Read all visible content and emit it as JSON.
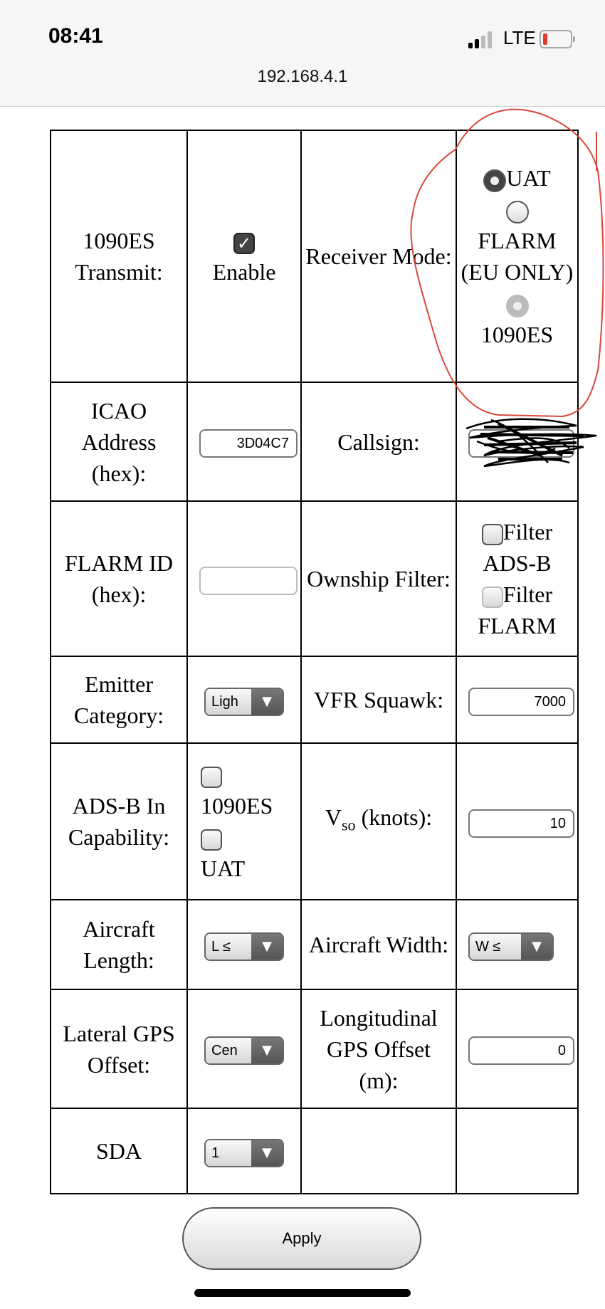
{
  "status_bar": {
    "time": "08:41",
    "network": "LTE",
    "battery_color": "#e53b2c"
  },
  "browser": {
    "address": "192.168.4.1"
  },
  "form": {
    "transmit": {
      "label": "1090ES Transmit:",
      "checkbox_label": "Enable",
      "checked": true
    },
    "receiver_mode": {
      "label": "Receiver Mode:",
      "options": [
        {
          "label": "UAT",
          "selected": true
        },
        {
          "label": "FLARM (EU ONLY)",
          "selected": false
        },
        {
          "label": "1090ES",
          "selected": false,
          "disabled": true
        }
      ]
    },
    "icao": {
      "label": "ICAO Address (hex):",
      "value": "3D04C7"
    },
    "callsign": {
      "label": "Callsign:",
      "value": ""
    },
    "flarm_id": {
      "label": "FLARM ID (hex):",
      "value": ""
    },
    "ownship_filter": {
      "label": "Ownship Filter:",
      "options": [
        {
          "label": "Filter ADS-B",
          "checked": false
        },
        {
          "label": "Filter FLARM",
          "checked": false
        }
      ]
    },
    "emitter": {
      "label": "Emitter Category:",
      "value": "Ligh"
    },
    "squawk": {
      "label": "VFR Squawk:",
      "value": "7000"
    },
    "adsb_in": {
      "label": "ADS-B In Capability:",
      "options": [
        {
          "label": "1090ES",
          "checked": false
        },
        {
          "label": "UAT",
          "checked": false
        }
      ]
    },
    "vso": {
      "label_main": "V",
      "label_sub": "so",
      "label_rest": " (knots):",
      "value": "10"
    },
    "length": {
      "label": "Aircraft Length:",
      "value": "L ≤"
    },
    "width": {
      "label": "Aircraft Width:",
      "value": "W ≤"
    },
    "lateral": {
      "label": "Lateral GPS Offset:",
      "value": "Cen"
    },
    "longitudinal": {
      "label": "Longitudinal GPS Offset (m):",
      "value": "0"
    },
    "sda": {
      "label": "SDA",
      "value": "1"
    },
    "arrow": "▼",
    "check": "✓"
  },
  "apply_label": "Apply",
  "annotation_color": "#d9473a"
}
